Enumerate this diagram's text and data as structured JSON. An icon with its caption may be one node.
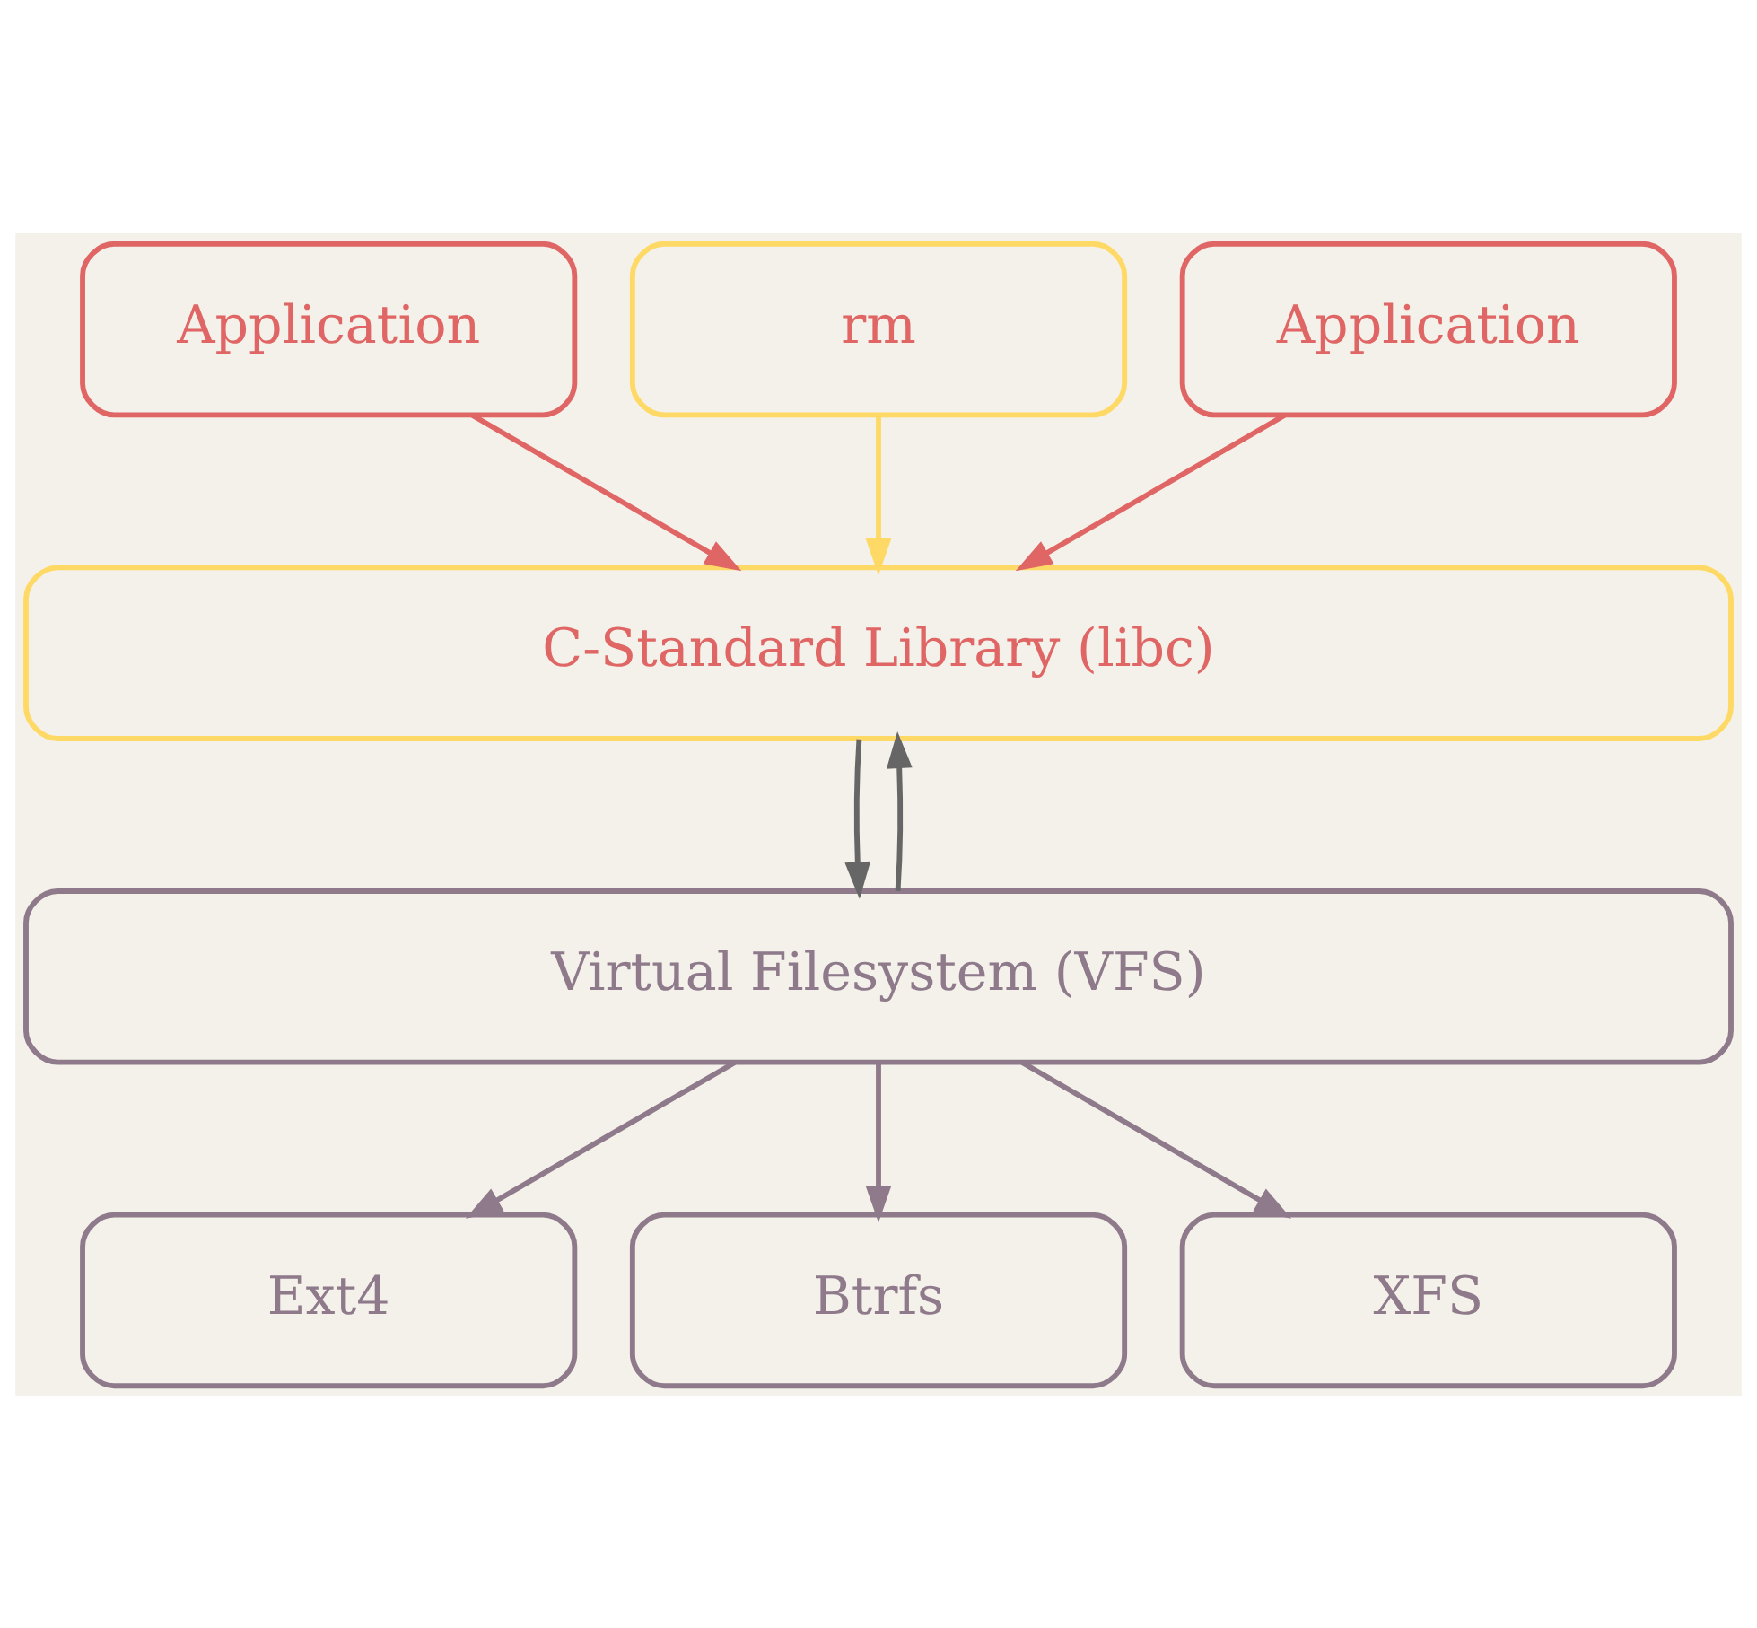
{
  "diagram": {
    "nodes": [
      {
        "text": [
          "Application"
        ]
      },
      {
        "text": [
          "rm"
        ]
      },
      {
        "text": [
          "Application"
        ]
      },
      {
        "text": [
          "C-Standard Library (libc)"
        ]
      },
      {
        "text": [
          "Virtual Filesystem (VFS)"
        ]
      },
      {
        "text": [
          "Ext4"
        ]
      },
      {
        "text": [
          "Btrfs"
        ]
      },
      {
        "text": [
          "XFS"
        ]
      }
    ],
    "edges": [
      {
        "from": 0,
        "to": 3,
        "arrow": "to",
        "color": "#e06666"
      },
      {
        "from": 1,
        "to": 3,
        "arrow": "to",
        "color": "#ffd966"
      },
      {
        "from": 2,
        "to": 3,
        "arrow": "to",
        "color": "#e06666"
      },
      {
        "from": 3,
        "to": 4,
        "arrow": "to",
        "color": "#666666"
      },
      {
        "from": 4,
        "to": 3,
        "arrow": "to",
        "color": "#666666"
      },
      {
        "from": 4,
        "to": 5,
        "arrow": "to"
      },
      {
        "from": 4,
        "to": 6,
        "arrow": "to"
      },
      {
        "from": 4,
        "to": 7,
        "arrow": "to"
      }
    ]
  }
}
